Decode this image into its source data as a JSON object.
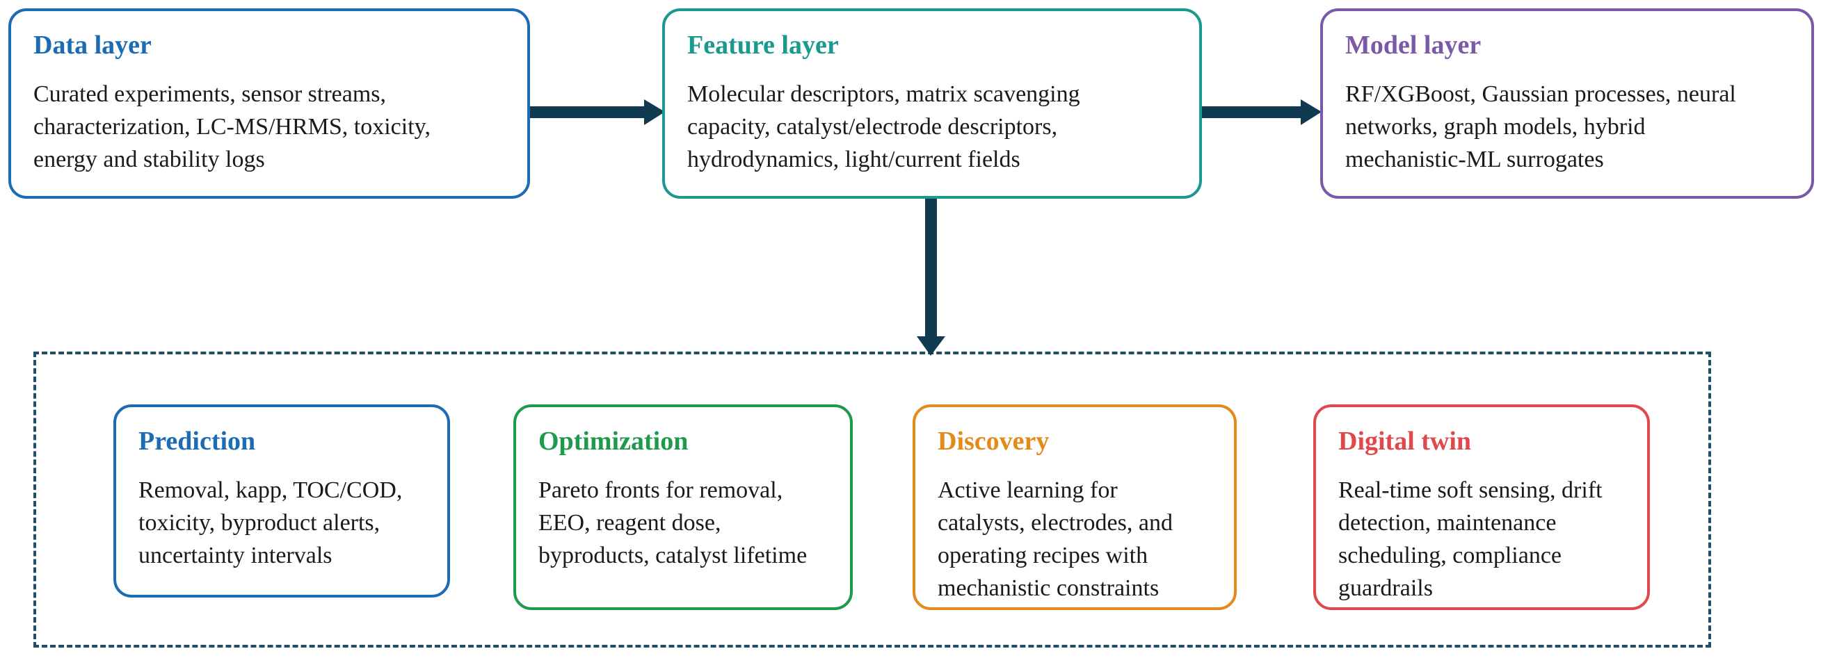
{
  "colors": {
    "data": "#1b6bb5",
    "feature": "#1a9a8e",
    "model": "#7a5aa8",
    "prediction": "#1b6bb5",
    "optimization": "#1e9a4c",
    "discovery": "#e38b1a",
    "digital_twin": "#e0494b",
    "arrow": "#0f3a4f",
    "frame": "#1f4e66"
  },
  "layers": {
    "data": {
      "title": "Data layer",
      "lines": [
        "Curated experiments, sensor streams,",
        "characterization, LC-MS/HRMS, toxicity,",
        "energy and stability logs"
      ]
    },
    "feature": {
      "title": "Feature layer",
      "lines": [
        "Molecular descriptors, matrix scavenging",
        "capacity, catalyst/electrode descriptors,",
        "hydrodynamics, light/current fields"
      ]
    },
    "model": {
      "title": "Model layer",
      "lines": [
        "RF/XGBoost, Gaussian processes, neural",
        "networks, graph models, hybrid",
        "mechanistic-ML surrogates"
      ]
    }
  },
  "applications": {
    "prediction": {
      "title": "Prediction",
      "lines": [
        "Removal, kapp, TOC/COD,",
        "toxicity, byproduct alerts,",
        "uncertainty intervals"
      ]
    },
    "optimization": {
      "title": "Optimization",
      "lines": [
        "Pareto fronts for removal,",
        "EEO, reagent dose,",
        "byproducts, catalyst lifetime"
      ]
    },
    "discovery": {
      "title": "Discovery",
      "lines": [
        "Active learning for",
        "catalysts, electrodes, and",
        "operating recipes with",
        "mechanistic constraints"
      ]
    },
    "digital_twin": {
      "title": "Digital twin",
      "lines": [
        "Real-time soft sensing, drift",
        "detection, maintenance",
        "scheduling, compliance",
        "guardrails"
      ]
    }
  }
}
